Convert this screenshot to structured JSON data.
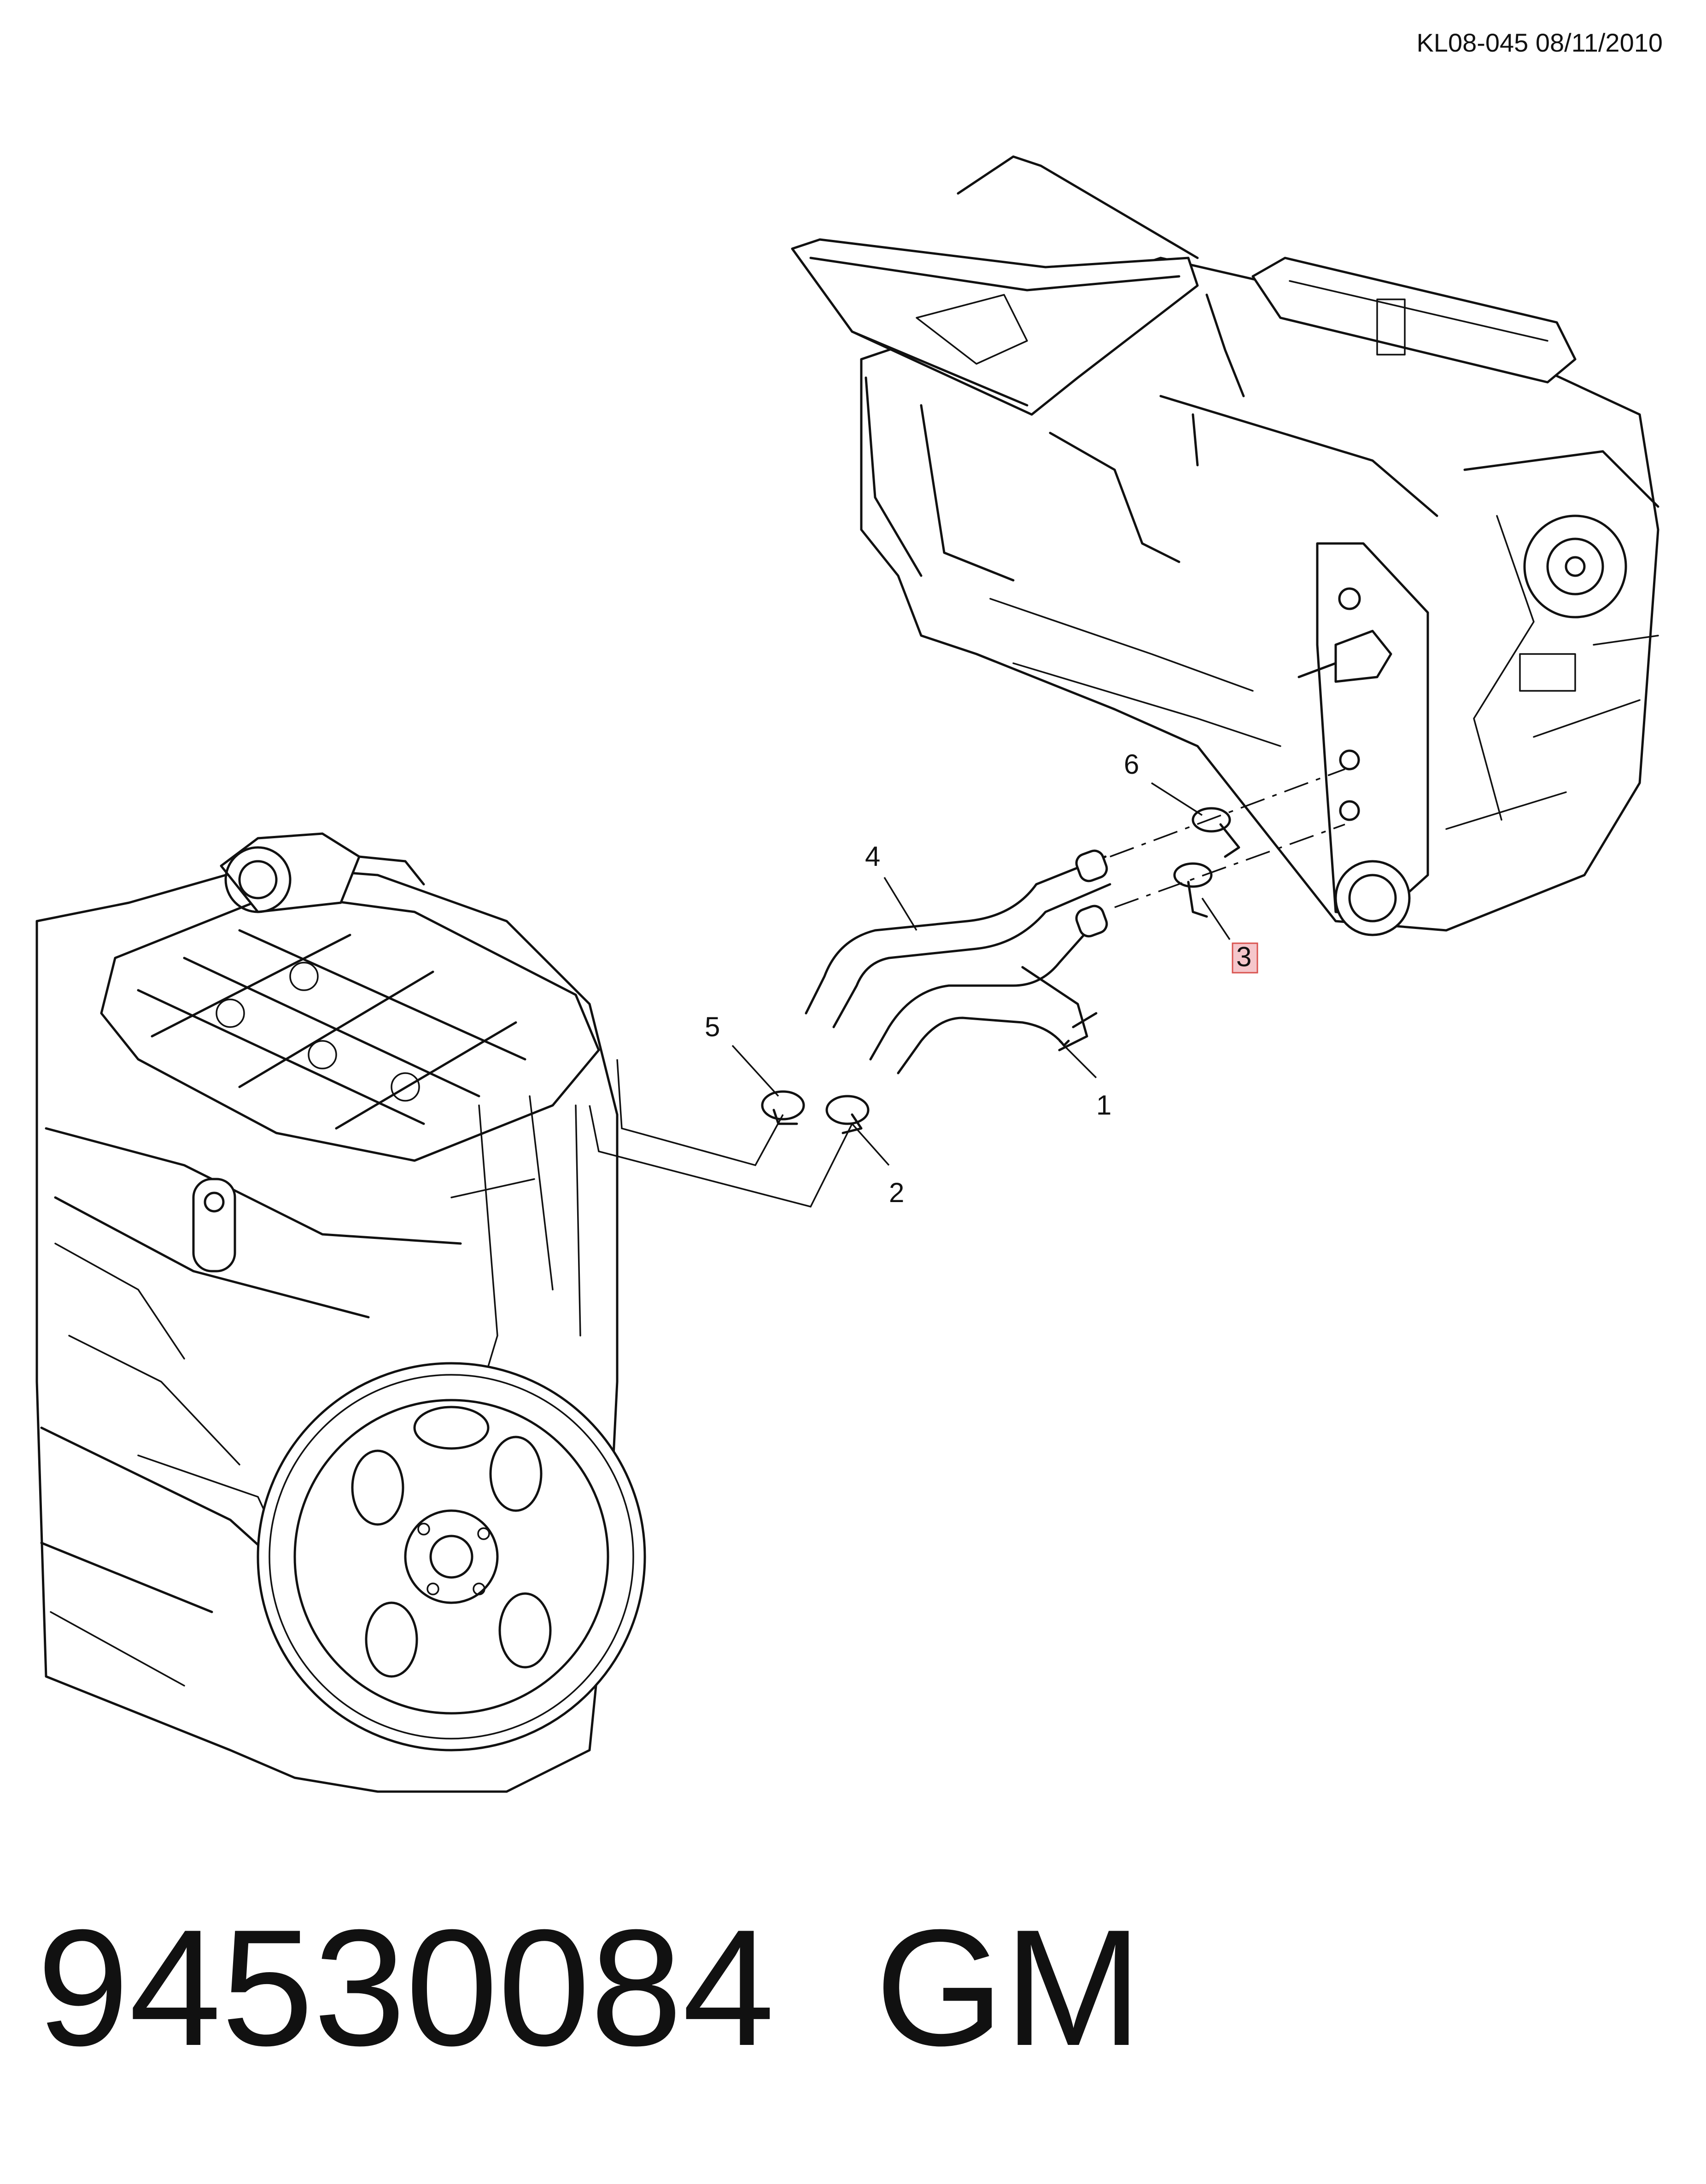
{
  "header": {
    "ref": "KL08-045 08/11/2010"
  },
  "footer": {
    "part_number": "94530084",
    "brand": "GM"
  },
  "callouts": [
    {
      "id": "1",
      "label": "1",
      "highlighted": false
    },
    {
      "id": "2",
      "label": "2",
      "highlighted": false
    },
    {
      "id": "3",
      "label": "3",
      "highlighted": true
    },
    {
      "id": "4",
      "label": "4",
      "highlighted": false
    },
    {
      "id": "5",
      "label": "5",
      "highlighted": false
    },
    {
      "id": "6",
      "label": "6",
      "highlighted": false
    }
  ],
  "colors": {
    "line": "#111111",
    "background": "#ffffff",
    "highlight": "#f5c6cb",
    "highlight_border": "#d9534f"
  }
}
